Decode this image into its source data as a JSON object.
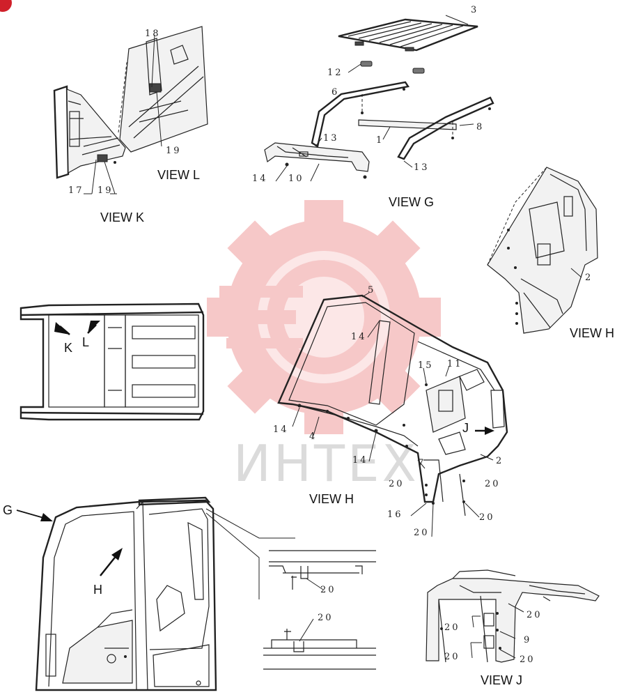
{
  "views": {
    "view_k": "VIEW K",
    "view_l": "VIEW L",
    "view_g": "VIEW G",
    "view_h_right": "VIEW H",
    "view_h_center": "VIEW H",
    "view_j": "VIEW J"
  },
  "arrows": {
    "k": "K",
    "l": "L",
    "g": "G",
    "h": "H",
    "j": "J"
  },
  "callouts": {
    "c18": "18",
    "c19a": "19",
    "c17": "17",
    "c19b": "19",
    "c3": "3",
    "c12": "12",
    "c6": "6",
    "c13a": "13",
    "c1": "1",
    "c8": "8",
    "c13b": "13",
    "c14a": "14",
    "c10": "10",
    "c2a": "2",
    "c5": "5",
    "c14b": "14",
    "c15": "15",
    "c11": "11",
    "c14c": "14",
    "c4": "4",
    "c14d": "14",
    "c7": "7",
    "c2b": "2",
    "c20a": "20",
    "c20b": "20",
    "c16": "16",
    "c20c": "20",
    "c20d": "20",
    "c20e": "20",
    "c20f": "20",
    "c20g": "20",
    "c20h": "20",
    "c9": "9",
    "c20i": "20",
    "c20j": "20"
  },
  "watermark": {
    "text": "ИНТЕХ",
    "gear_color": "#f4b6b6"
  },
  "colors": {
    "line": "#222222",
    "badge": "#d0202a"
  }
}
